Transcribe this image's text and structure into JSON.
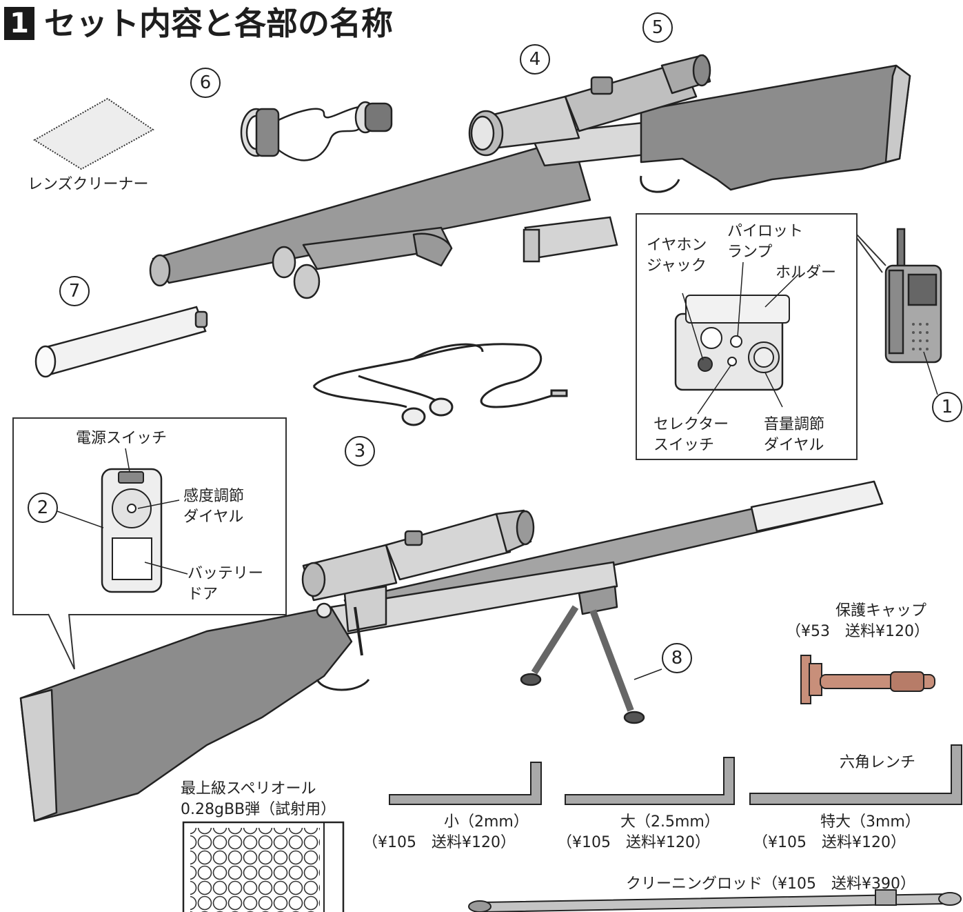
{
  "header": {
    "number": "1",
    "title": "セット内容と各部の名称"
  },
  "parts": {
    "n1": "1",
    "n2": "2",
    "n3": "3",
    "n4": "4",
    "n5": "5",
    "n6": "6",
    "n7": "7",
    "n8": "8"
  },
  "labels": {
    "lens_cleaner": "レンズクリーナー",
    "earphone_jack_1": "イヤホン",
    "earphone_jack_2": "ジャック",
    "pilot_lamp_1": "パイロット",
    "pilot_lamp_2": "ランプ",
    "holder": "ホルダー",
    "selector_switch_1": "セレクター",
    "selector_switch_2": "スイッチ",
    "volume_dial_1": "音量調節",
    "volume_dial_2": "ダイヤル",
    "power_switch": "電源スイッチ",
    "sensitivity_dial_1": "感度調節",
    "sensitivity_dial_2": "ダイヤル",
    "battery_door_1": "バッテリー",
    "battery_door_2": "ドア",
    "protect_cap_1": "保護キャップ",
    "protect_cap_2": "（¥53　送料¥120）",
    "hex_wrench": "六角レンチ",
    "bb_1": "最上級スペリオール",
    "bb_2": "0.28gBB弾（試射用）",
    "wrench_small_1": "小（2mm）",
    "wrench_small_2": "（¥105　送料¥120）",
    "wrench_large_1": "大（2.5mm）",
    "wrench_large_2": "（¥105　送料¥120）",
    "wrench_xl_1": "特大（3mm）",
    "wrench_xl_2": "（¥105　送料¥120）",
    "cleaning_rod": "クリーニングロッド（¥105　送料¥390）"
  },
  "colors": {
    "rifle_body": "#9a9a9a",
    "rifle_stock": "#8c8c8c",
    "metal_light": "#d9d9d9",
    "cap_copper": "#c88f7a",
    "line": "#222222"
  }
}
